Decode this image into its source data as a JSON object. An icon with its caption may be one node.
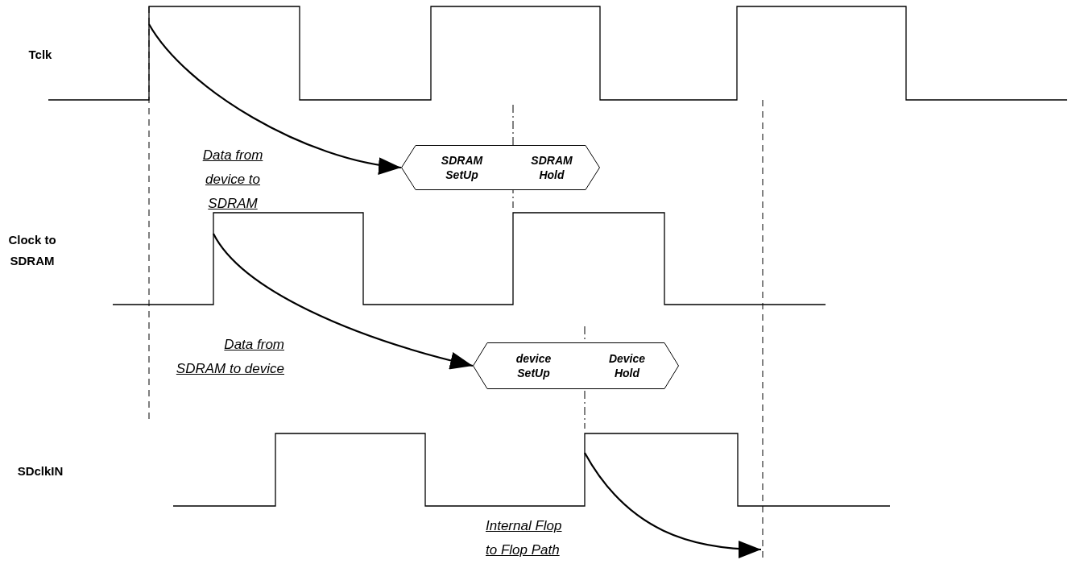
{
  "diagram": {
    "nodes": [
      {
        "text": [],
        "shape": "waveform"
      },
      {
        "text": [
          "SDRAM SetUp",
          "SDRAM Hold"
        ]
      },
      {
        "text": [],
        "shape": "waveform"
      },
      {
        "text": [
          "device SetUp",
          "Device Hold"
        ]
      },
      {
        "text": [],
        "shape": "waveform"
      }
    ],
    "edges": [
      {
        "from": 0,
        "to": 1,
        "arrow": "to",
        "label": "Data from device to SDRAM"
      },
      {
        "from": 2,
        "to": 3,
        "arrow": "to",
        "label": "Data from SDRAM to device"
      },
      {
        "from": 4,
        "to": null,
        "arrow": "to",
        "label": "Internal Flop to Flop Path"
      }
    ],
    "labels": [
      "Tclk",
      "Clock to SDRAM",
      "SDclkIN"
    ]
  }
}
